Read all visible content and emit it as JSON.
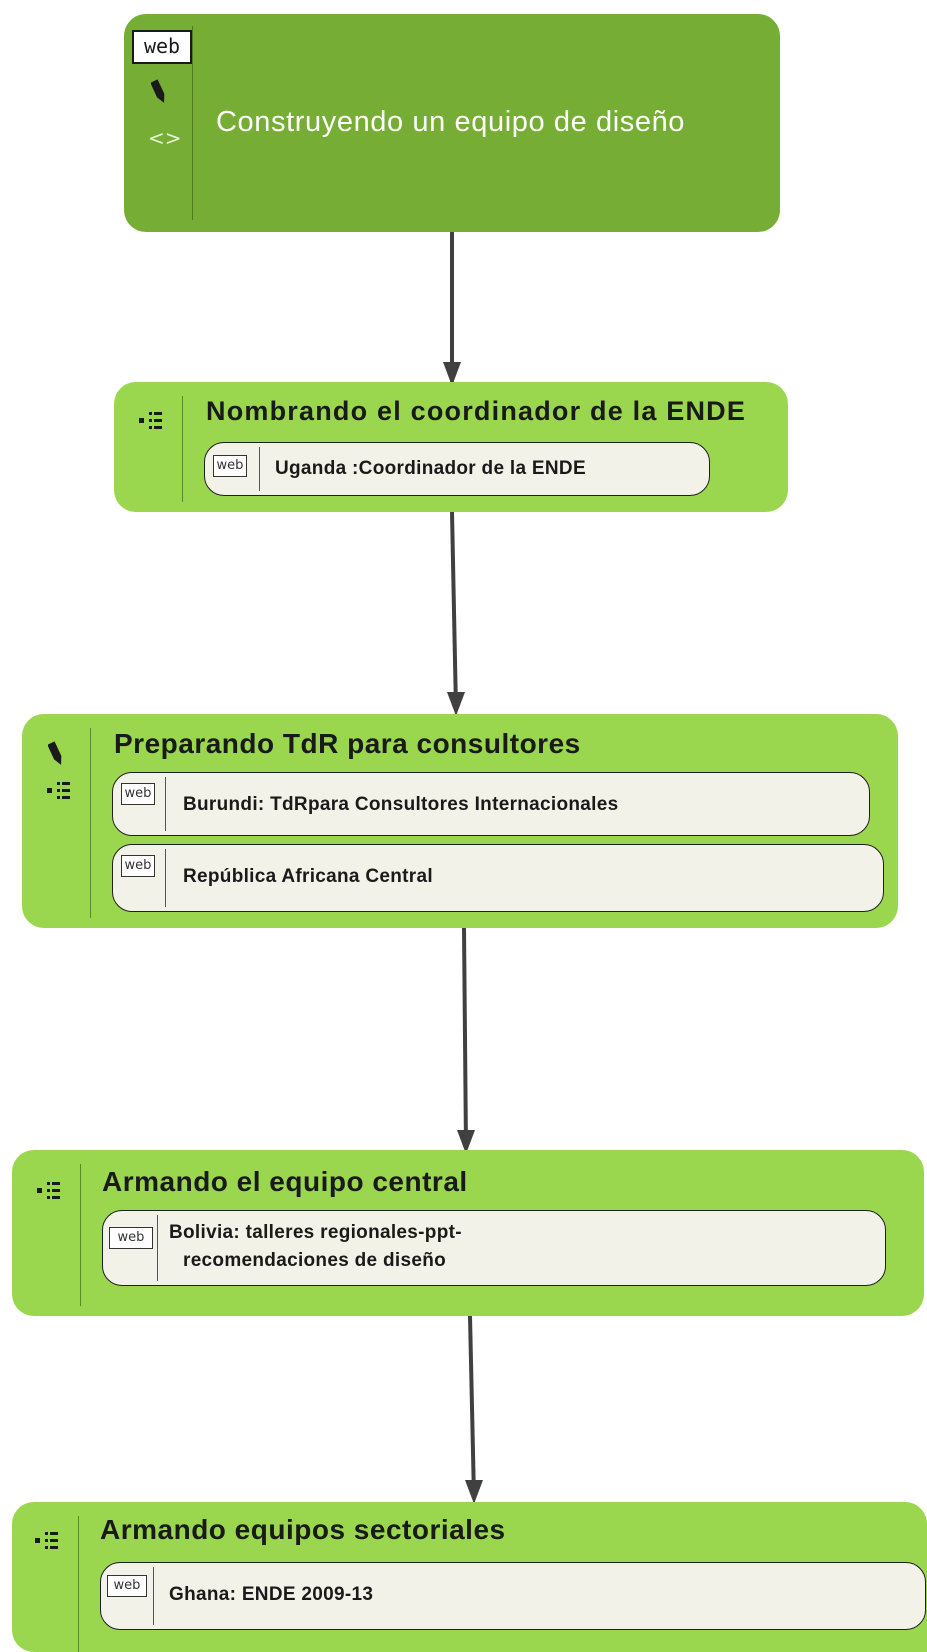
{
  "root": {
    "title": "Construyendo un equipo de diseño",
    "badge": "web",
    "icons": [
      "web-icon",
      "pencil-icon",
      "code-icon"
    ]
  },
  "steps": [
    {
      "title": "Nombrando el coordinador de la ENDE",
      "resources": [
        {
          "badge": "web",
          "label": "Uganda :Coordinador de la ENDE"
        }
      ]
    },
    {
      "title": "Preparando TdR para consultores",
      "resources": [
        {
          "badge": "web",
          "label": "Burundi: TdRpara Consultores Internacionales"
        },
        {
          "badge": "web",
          "label": "República Africana Central"
        }
      ]
    },
    {
      "title": "Armando el equipo central",
      "resources": [
        {
          "badge": "web",
          "label_line1": "Bolivia: talleres regionales-ppt-",
          "label_line2": "recomendaciones de diseño"
        }
      ]
    },
    {
      "title": "Armando equipos sectoriales",
      "resources": [
        {
          "badge": "web",
          "label": "Ghana: ENDE 2009-13"
        }
      ]
    }
  ],
  "colors": {
    "root_fill": "#76ad35",
    "node_fill": "#9bd64f",
    "resource_fill": "#f2f2e8",
    "edge": "#404040"
  }
}
